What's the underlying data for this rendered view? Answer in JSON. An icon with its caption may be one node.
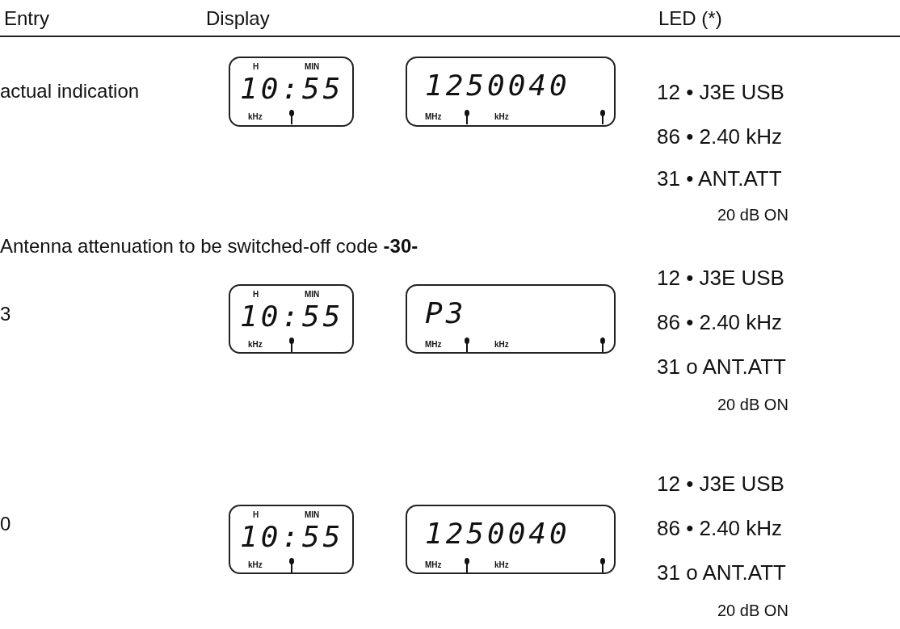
{
  "diagram": {
    "nodes": [
      {
        "text": [
          "H",
          "MIN",
          "10:55",
          "kHz"
        ]
      },
      {
        "text": [
          "1250040",
          "MHz",
          "kHz"
        ]
      },
      {
        "text": [
          "H",
          "MIN",
          "10:55",
          "kHz"
        ]
      },
      {
        "text": [
          "P3",
          "MHz",
          "kHz"
        ]
      },
      {
        "text": [
          "H",
          "MIN",
          "10:55",
          "kHz"
        ]
      },
      {
        "text": [
          "1250040",
          "MHz",
          "kHz"
        ]
      }
    ],
    "labels": [
      "Entry",
      "Display",
      "LED (*)",
      "actual indication",
      "12 • J3E USB",
      "86 • 2.40 kHz",
      "31 • ANT.ATT",
      "20 dB ON",
      "Antenna attenuation to be switched-off code **-30-**",
      "3",
      "12 • J3E USB",
      "86 • 2.40 kHz",
      "31 o ANT.ATT",
      "20 dB ON",
      "0",
      "12 • J3E USB",
      "86 • 2.40 kHz",
      "31 o ANT.ATT",
      "20 dB ON"
    ]
  }
}
